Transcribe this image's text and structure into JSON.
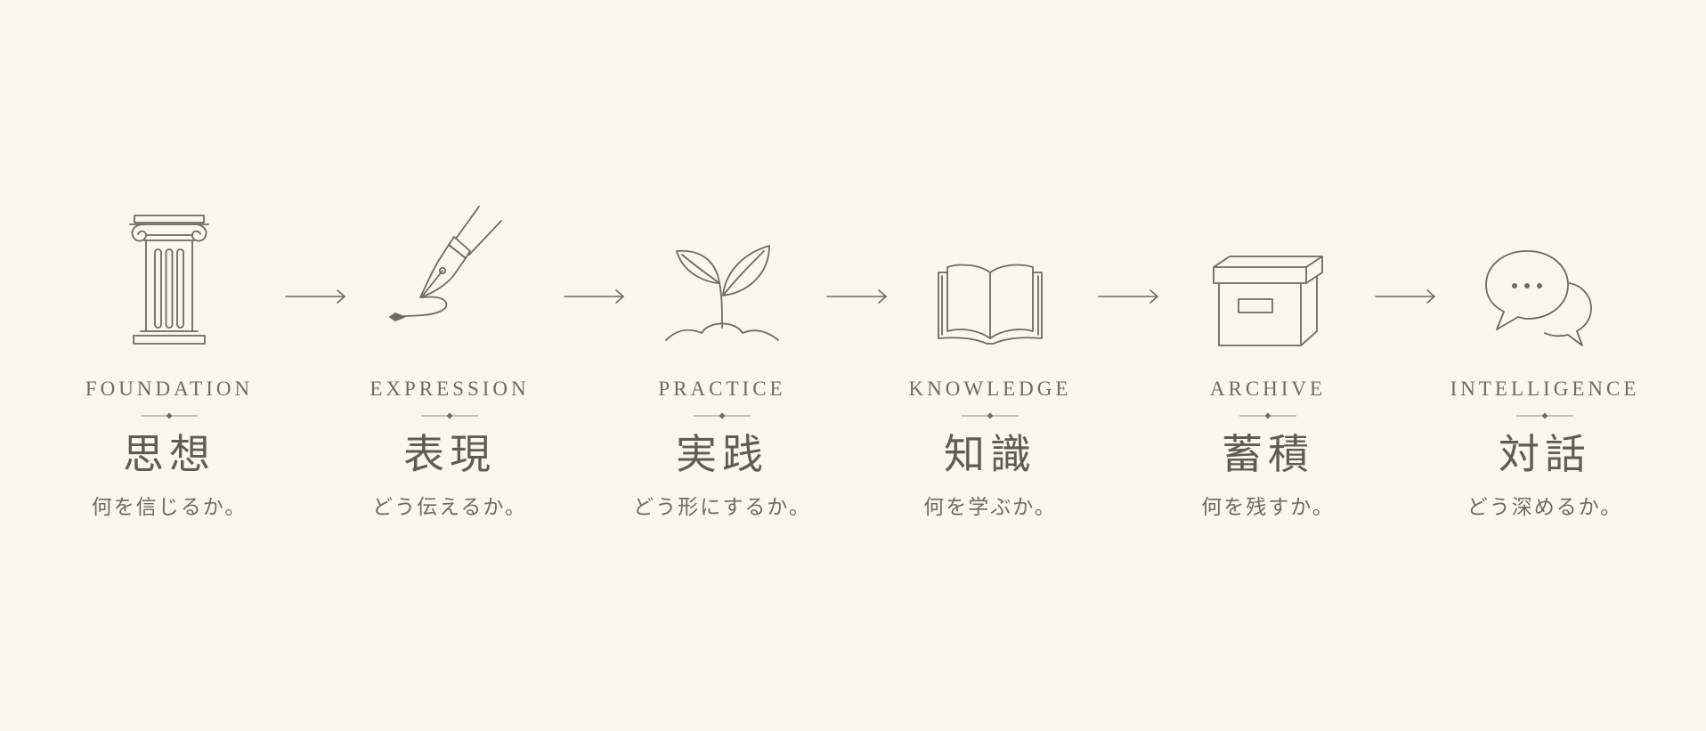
{
  "flow": {
    "steps": [
      {
        "en": "FOUNDATION",
        "ja": "思想",
        "caption": "何を信じるか。",
        "icon": "column-icon"
      },
      {
        "en": "EXPRESSION",
        "ja": "表現",
        "caption": "どう伝えるか。",
        "icon": "fountain-pen-icon"
      },
      {
        "en": "PRACTICE",
        "ja": "実践",
        "caption": "どう形にするか。",
        "icon": "sprout-icon"
      },
      {
        "en": "KNOWLEDGE",
        "ja": "知識",
        "caption": "何を学ぶか。",
        "icon": "open-book-icon"
      },
      {
        "en": "ARCHIVE",
        "ja": "蓄積",
        "caption": "何を残すか。",
        "icon": "archive-box-icon"
      },
      {
        "en": "INTELLIGENCE",
        "ja": "対話",
        "caption": "どう深めるか。",
        "icon": "speech-bubbles-icon"
      }
    ],
    "connector_icon": "arrow-right-icon"
  },
  "colors": {
    "background": "#fbf6ec",
    "line": "#6e6a63",
    "text": "#6f6a62"
  }
}
